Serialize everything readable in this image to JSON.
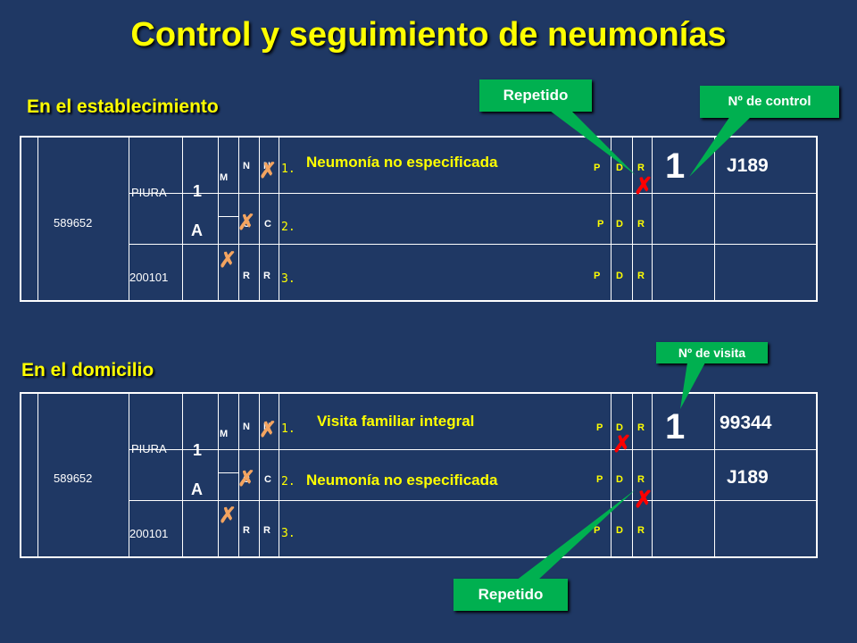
{
  "title": "Control y seguimiento de neumonías",
  "section1": {
    "heading": "En el establecimiento",
    "id": "589652",
    "place": "PIURA",
    "date": "200101",
    "age_num": "1",
    "age_unit": "A",
    "sex": "M",
    "cond_rows": [
      [
        "N",
        "N"
      ],
      [
        "C",
        "C"
      ],
      [
        "R",
        "R"
      ]
    ],
    "line_numbers": [
      "1.",
      "2.",
      "3."
    ],
    "diagnosis_1": "Neumonía no especificada",
    "pdr": [
      "P",
      "D",
      "R"
    ],
    "lab": "1",
    "code_1": "J189",
    "callout_repeated": "Repetido",
    "callout_control": "Nº de control"
  },
  "section2": {
    "heading": "En el domicilio",
    "id": "589652",
    "place": "PIURA",
    "date": "200101",
    "age_num": "1",
    "age_unit": "A",
    "sex": "M",
    "cond_rows": [
      [
        "N",
        "N"
      ],
      [
        "C",
        "C"
      ],
      [
        "R",
        "R"
      ]
    ],
    "line_numbers": [
      "1.",
      "2.",
      "3."
    ],
    "diagnosis_1": "Visita familiar integral",
    "diagnosis_2": "Neumonía no especificada",
    "pdr": [
      "P",
      "D",
      "R"
    ],
    "lab": "1",
    "code_1": "99344",
    "code_2": "J189",
    "callout_visit": "Nº de visita",
    "callout_repeated": "Repetido"
  },
  "colors": {
    "background": "#1f3864",
    "title": "#ffff00",
    "callout": "#00b050",
    "mark_red": "#ff0000",
    "mark_orange": "#f4a460"
  }
}
